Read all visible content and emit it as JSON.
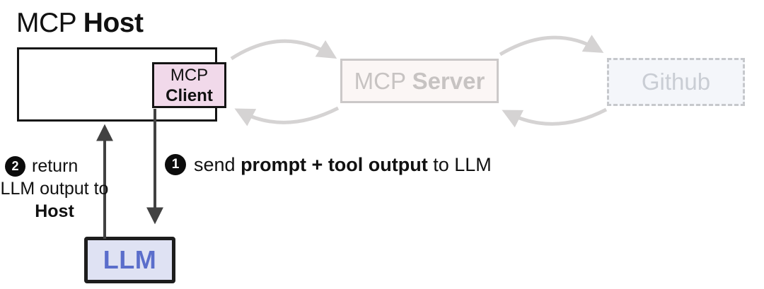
{
  "title": {
    "regular": "MCP ",
    "bold": "Host"
  },
  "client_box": {
    "line1": "MCP",
    "line2": "Client"
  },
  "server_box": {
    "regular": "MCP ",
    "bold": "Server"
  },
  "github_box": {
    "label": "Github"
  },
  "llm_box": {
    "label": "LLM"
  },
  "step1": {
    "badge": "1",
    "pre": "send ",
    "bold": "prompt + tool output",
    "post": " to LLM"
  },
  "step2": {
    "badge": "2",
    "line1": "return",
    "line2": "LLM output to",
    "line3": "Host"
  },
  "icons": {
    "step-1-badge": "black-circle-white-numeral-1",
    "step-2-badge": "black-circle-white-numeral-2",
    "curved-arrow-client-to-server": "gray-curved-arrow-right",
    "curved-arrow-server-to-client": "gray-curved-arrow-left",
    "curved-arrow-server-to-github": "gray-curved-arrow-right",
    "curved-arrow-github-to-server": "gray-curved-arrow-left",
    "arrow-up-llm-to-host": "dark-vertical-arrow-up",
    "arrow-down-client-to-llm": "dark-vertical-arrow-down"
  },
  "colors": {
    "text": "#111111",
    "box_border": "#141414",
    "client_bg": "#f1d9ea",
    "server_bg": "#fbf6f5",
    "server_border": "#cbc8c8",
    "server_text": "#c7c3c2",
    "github_bg": "#f4f6fa",
    "github_border": "#c6c8cc",
    "github_text": "#c9cdd4",
    "llm_bg": "#dfe2f3",
    "llm_border": "#1d1d1d",
    "llm_text": "#5b6ecb",
    "faded_stroke": "#d5d3d3",
    "dark_arrow": "#414141",
    "badge_bg": "#0c0c0c",
    "badge_text": "#ffffff"
  }
}
